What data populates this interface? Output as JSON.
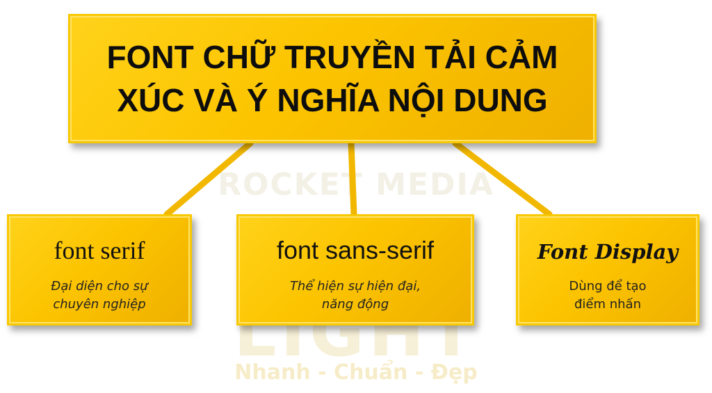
{
  "watermark": {
    "top_text": "ROCKET MEDIA",
    "brand": "LIGHT",
    "slogan": "Nhanh - Chuẩn - Đẹp"
  },
  "colors": {
    "box_fill": "#fcc400",
    "box_highlight": "#ffe36a",
    "connector": "#f2b800",
    "text": "#111111"
  },
  "main": {
    "title_line1": "FONT CHỮ TRUYỀN TẢI CẢM",
    "title_line2": "XÚC VÀ Ý NGHĨA NỘI DUNG"
  },
  "children": [
    {
      "title": "font serif",
      "desc_line1": "Đại diện cho sự",
      "desc_line2": "chuyên nghiệp"
    },
    {
      "title": "font sans-serif",
      "desc_line1": "Thể hiện sự hiện đại,",
      "desc_line2": "năng động"
    },
    {
      "title": "Font Display",
      "desc_line1": "Dùng để tạo",
      "desc_line2": "điểm nhấn"
    }
  ]
}
